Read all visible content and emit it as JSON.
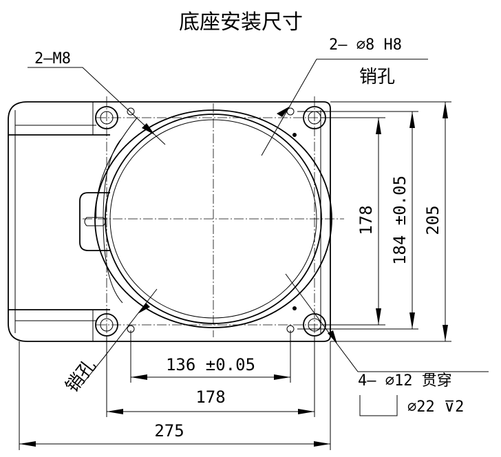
{
  "title": "底座安装尺寸",
  "callouts": {
    "thread": "2—M8",
    "pin_top": "2— ∅8 H8",
    "pin_top_label": "销孔",
    "pin_bottom_label": "销孔",
    "through_hole": "4— ∅12 贯穿",
    "counterbore": "∅22 ⊽2"
  },
  "dimensions": {
    "d136": "136 ±0.05",
    "d178_h": "178",
    "d275": "275",
    "d178_v": "178",
    "d184": "184 ±0.05",
    "d205": "205"
  }
}
